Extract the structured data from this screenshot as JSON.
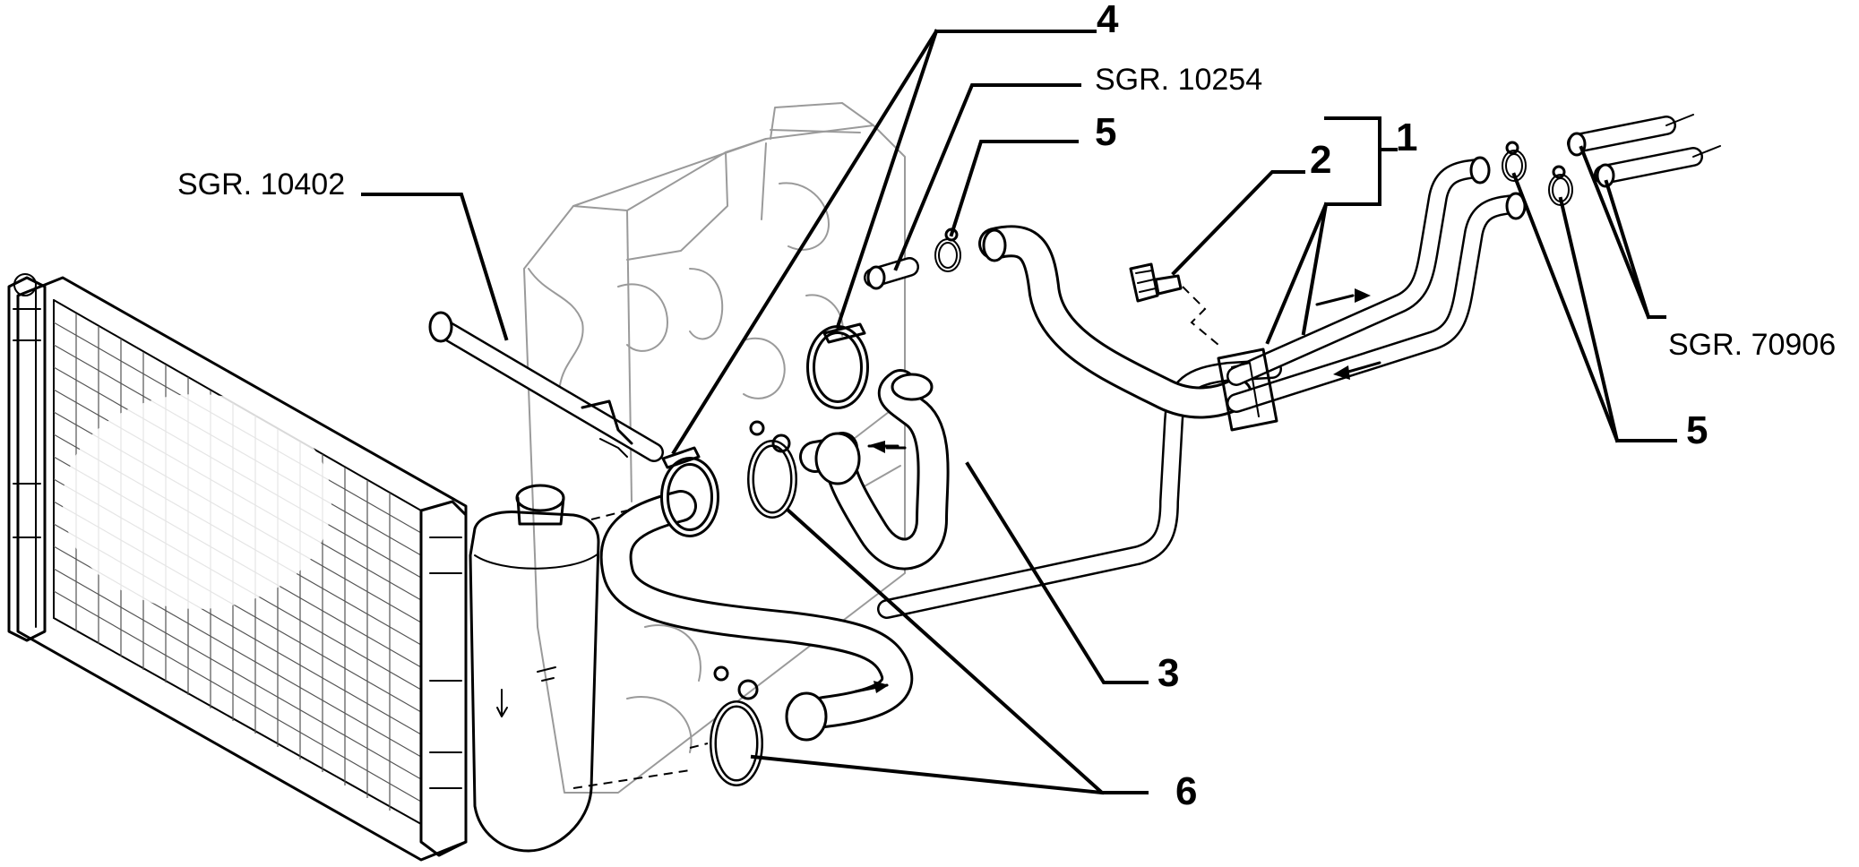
{
  "callouts": {
    "c1": "1",
    "c2": "2",
    "c3": "3",
    "c4": "4",
    "c5_top": "5",
    "c5_right": "5",
    "c6": "6"
  },
  "references": {
    "sgr_10254": "SGR. 10254",
    "sgr_10402": "SGR. 10402",
    "sgr_70906": "SGR. 70906"
  }
}
